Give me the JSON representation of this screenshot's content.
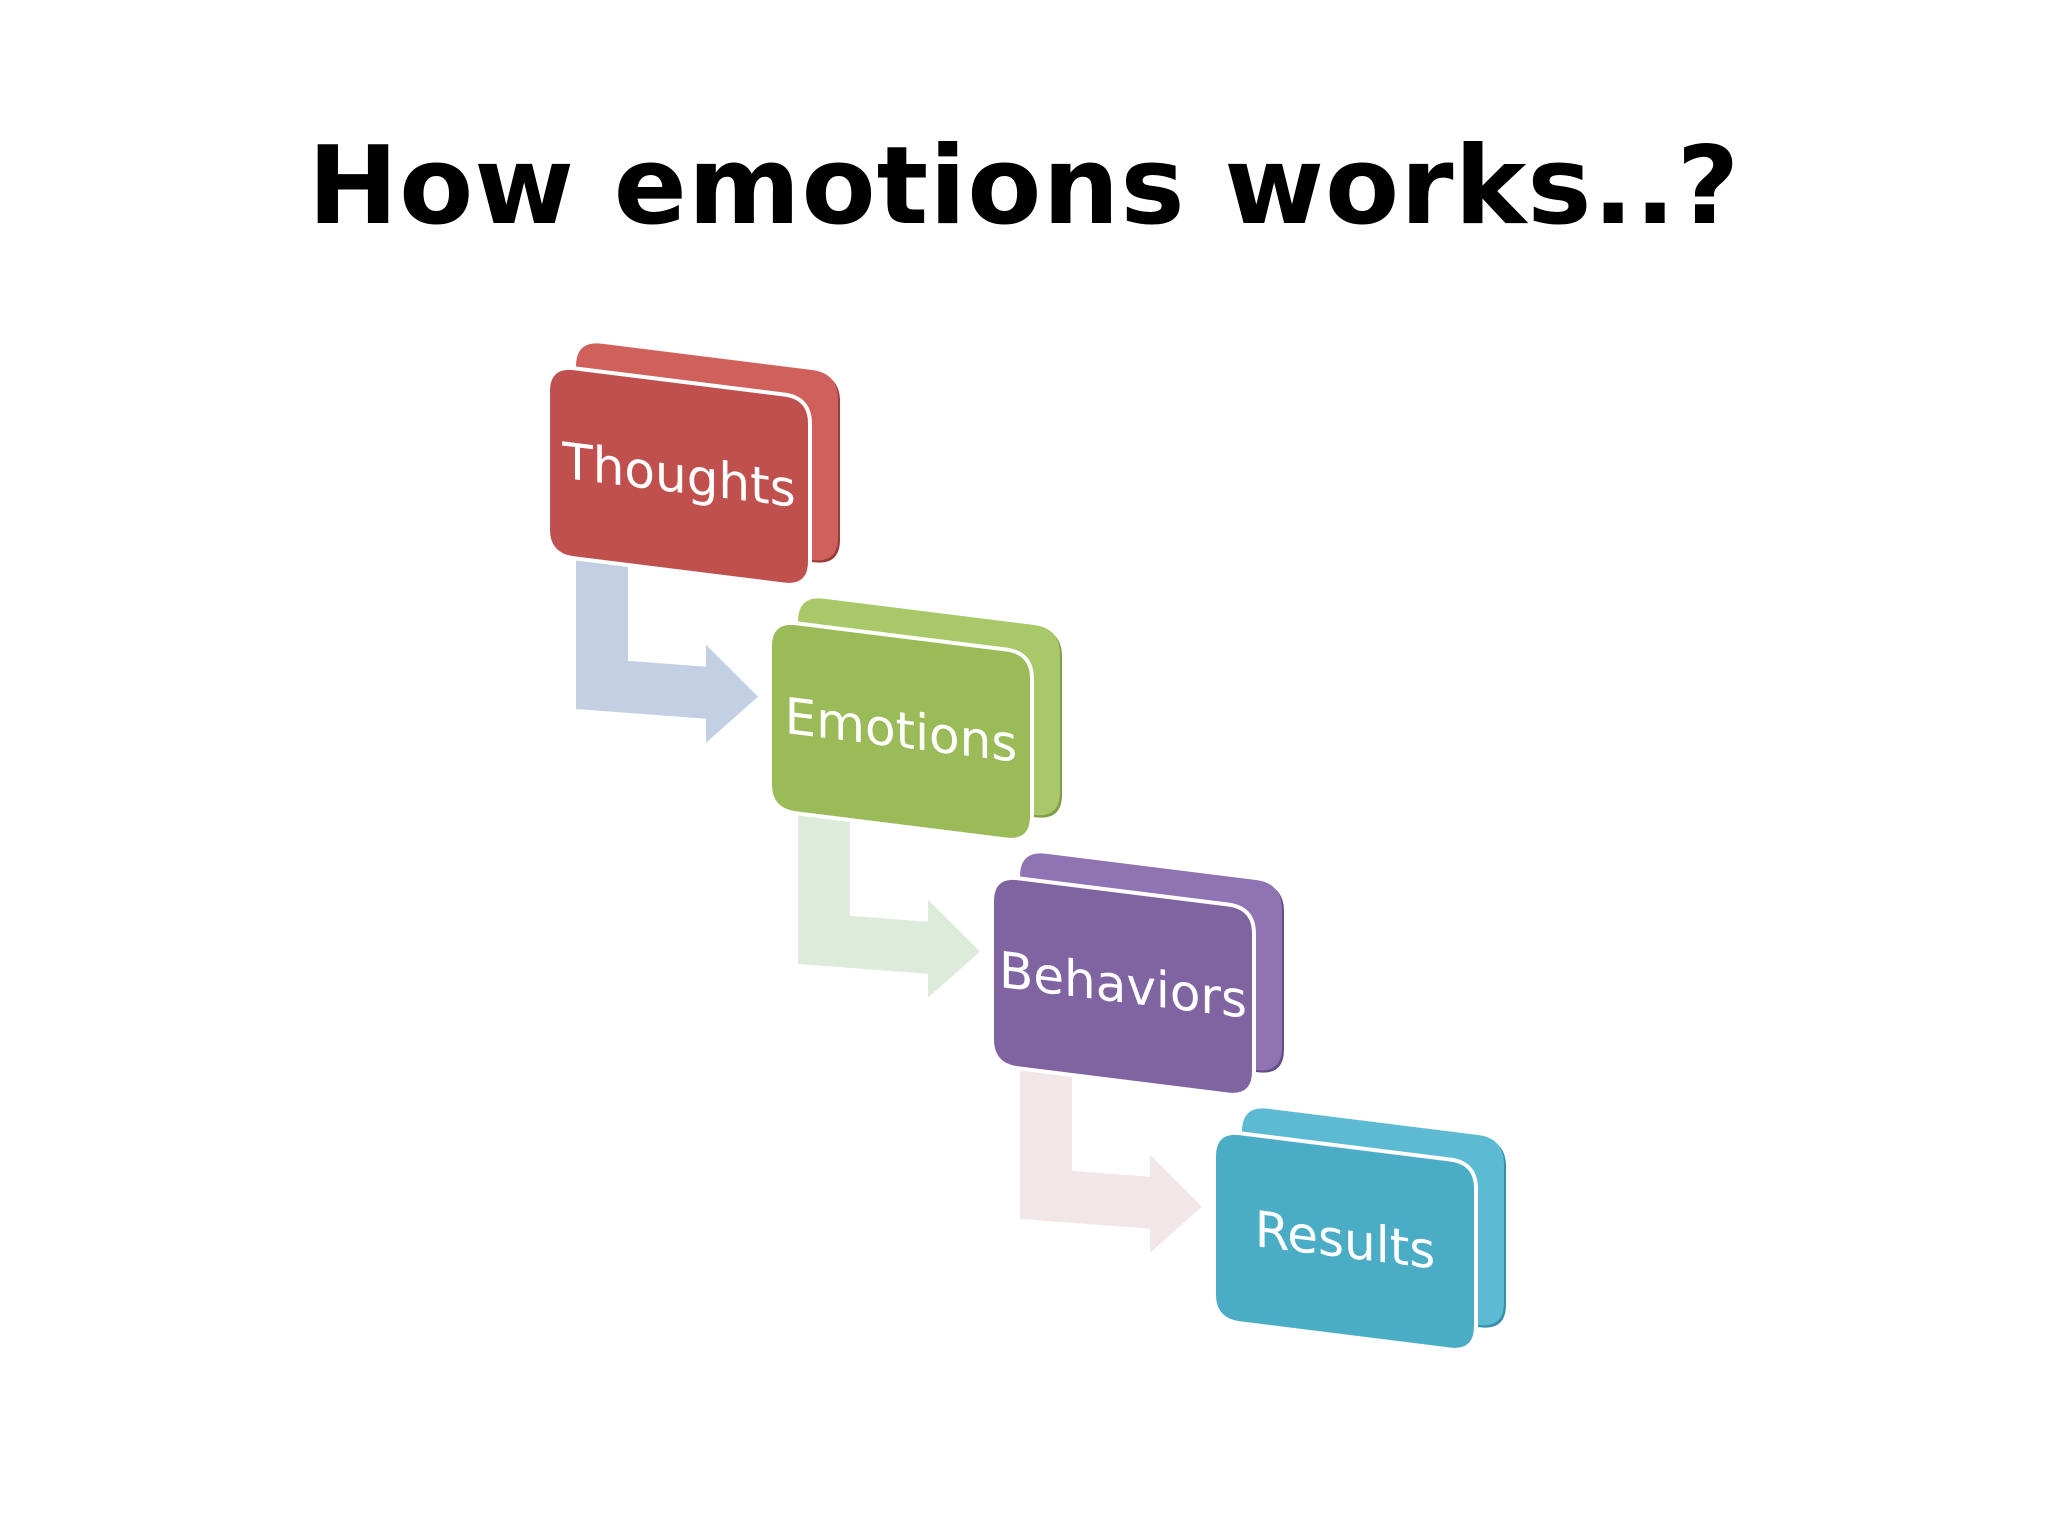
{
  "slide": {
    "title": "How emotions works..?"
  },
  "process": {
    "steps": [
      {
        "label": "Thoughts",
        "color": "#C0504D",
        "top_color": "#D0605C",
        "side_color": "#9E3C3A"
      },
      {
        "label": "Emotions",
        "color": "#9BBB59",
        "top_color": "#A9C86A",
        "side_color": "#7E9E45"
      },
      {
        "label": "Behaviors",
        "color": "#8064A2",
        "top_color": "#8F73B2",
        "side_color": "#654E84"
      },
      {
        "label": "Results",
        "color": "#4BACC6",
        "top_color": "#5CBAD3",
        "side_color": "#3690A8"
      }
    ],
    "arrows": [
      {
        "color": "#C3CFE2"
      },
      {
        "color": "#DDEBDA"
      },
      {
        "color": "#F3E6E8"
      }
    ]
  }
}
